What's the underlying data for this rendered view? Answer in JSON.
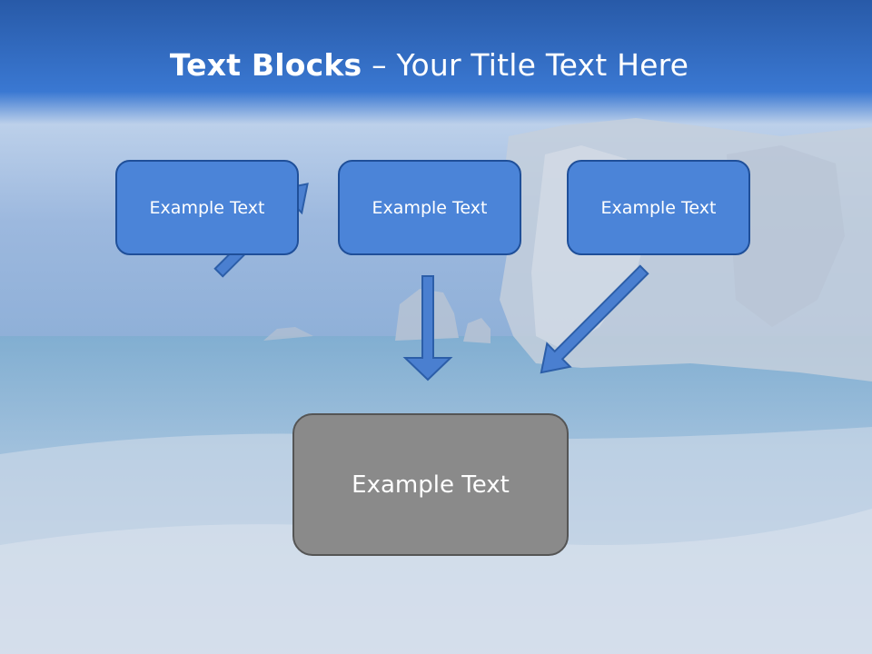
{
  "title": {
    "bold": "Text Blocks",
    "dash": "–",
    "rest": "Your Title Text Here"
  },
  "blocks": {
    "left": "Example Text",
    "middle": "Example Text",
    "right": "Example Text",
    "bottom": "Example Text"
  },
  "colors": {
    "header_blue": "#2d6cc4",
    "box_blue": "#4b84d8",
    "box_border": "#1f4f99",
    "box_gray": "#8a8a8a",
    "arrow_fill": "#4a7fd0"
  }
}
